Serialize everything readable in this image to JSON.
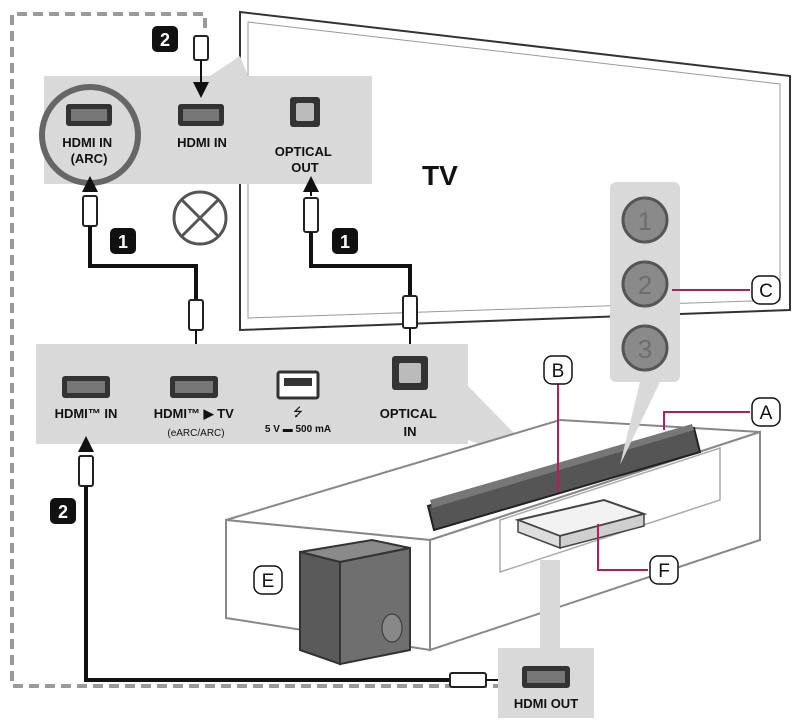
{
  "tv": {
    "label": "TV"
  },
  "tv_ports": {
    "hdmi_arc": [
      "HDMI IN",
      "(ARC)"
    ],
    "hdmi_in": "HDMI IN",
    "optical_out": [
      "OPTICAL",
      "OUT"
    ]
  },
  "soundbar_ports": {
    "hdmi_in": "HDMI™ IN",
    "hdmi_tv": [
      "HDMI™ ▶ TV",
      "(eARC/ARC)"
    ],
    "usb_rating": "5 V ▬ 500 mA",
    "optical_in": [
      "OPTICAL",
      "IN"
    ]
  },
  "device_port": {
    "hdmi_out": "HDMI OUT"
  },
  "step_badges": {
    "one": "1",
    "two": "2"
  },
  "buttons": [
    "1",
    "2",
    "3"
  ],
  "callouts": {
    "a": "A",
    "b": "B",
    "c": "C",
    "e": "E",
    "f": "F"
  },
  "colors": {
    "panel": "#d9d9d9",
    "callout_line": "#b0205a",
    "cable": "#111111",
    "dashed": "#9a9a9a"
  }
}
